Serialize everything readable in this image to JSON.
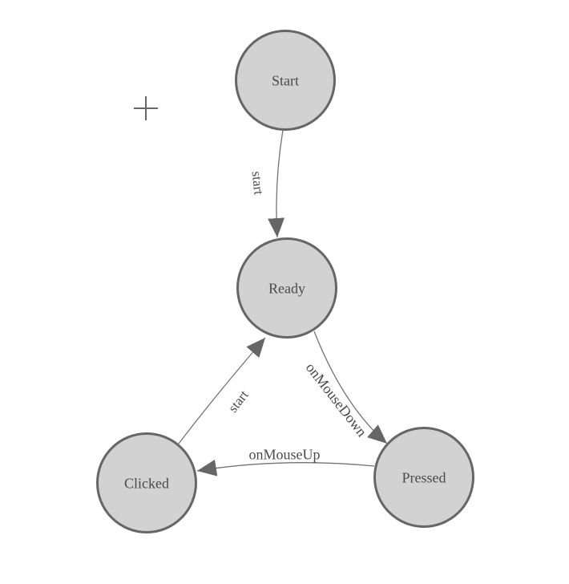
{
  "diagram": {
    "type": "state-machine",
    "nodes": [
      {
        "id": "start",
        "label": "Start"
      },
      {
        "id": "ready",
        "label": "Ready"
      },
      {
        "id": "clicked",
        "label": "Clicked"
      },
      {
        "id": "pressed",
        "label": "Pressed"
      }
    ],
    "edges": [
      {
        "from": "start",
        "to": "ready",
        "label": "start"
      },
      {
        "from": "clicked",
        "to": "ready",
        "label": "start"
      },
      {
        "from": "ready",
        "to": "pressed",
        "label": "onMouseDown"
      },
      {
        "from": "pressed",
        "to": "clicked",
        "label": "onMouseUp"
      }
    ],
    "colors": {
      "background": "#ffffff",
      "node_fill": "#d2d2d2",
      "node_stroke": "#666666",
      "edge_stroke": "#737373",
      "arrow_fill": "#666666",
      "text": "#4a4a4a"
    },
    "cursor": {
      "icon": "crosshair-plus"
    }
  }
}
